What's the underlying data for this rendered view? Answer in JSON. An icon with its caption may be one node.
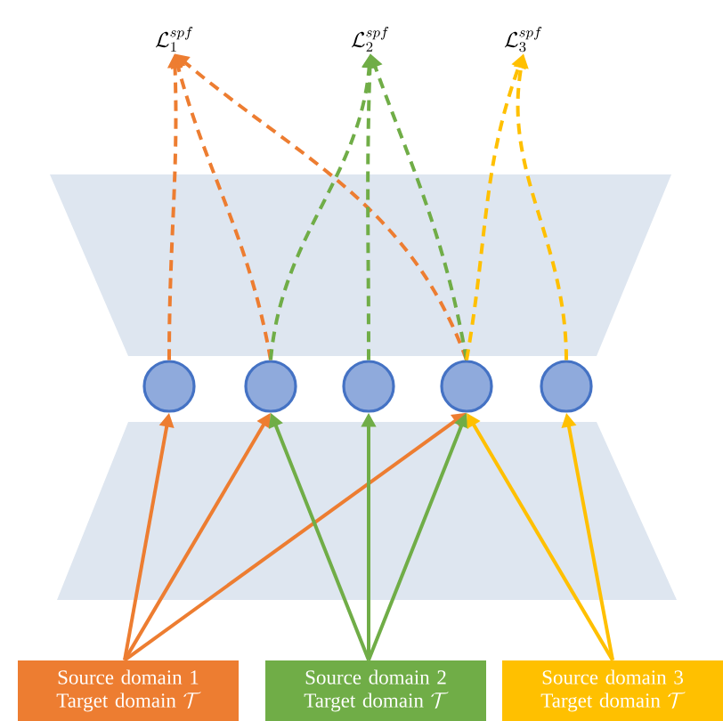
{
  "diagram": {
    "nodes": [
      {
        "text": [
          "\\mathcal{L}_1^{spf}"
        ]
      },
      {
        "text": [
          "\\mathcal{L}_2^{spf}"
        ]
      },
      {
        "text": [
          "\\mathcal{L}_3^{spf}"
        ]
      },
      {
        "text": [],
        "shape": "circle"
      },
      {
        "text": [],
        "shape": "circle"
      },
      {
        "text": [],
        "shape": "circle"
      },
      {
        "text": [],
        "shape": "circle"
      },
      {
        "text": [],
        "shape": "circle"
      },
      {
        "text": [
          "Source domain 1 Target domain",
          "\\mathcal{T}"
        ]
      },
      {
        "text": [
          "Source domain 2 Target domain",
          "\\mathcal{T}"
        ]
      },
      {
        "text": [
          "Source domain 3 Target domain",
          "\\mathcal{T}"
        ]
      }
    ],
    "edges": [
      {
        "from": 8,
        "to": 3,
        "arrow": "to",
        "color": "#ed7d31"
      },
      {
        "from": 8,
        "to": 4,
        "arrow": "to",
        "color": "#ed7d31"
      },
      {
        "from": 8,
        "to": 6,
        "arrow": "to",
        "color": "#ed7d31"
      },
      {
        "from": 9,
        "to": 4,
        "arrow": "to",
        "color": "#70ad47"
      },
      {
        "from": 9,
        "to": 5,
        "arrow": "to",
        "color": "#70ad47"
      },
      {
        "from": 9,
        "to": 6,
        "arrow": "to",
        "color": "#70ad47"
      },
      {
        "from": 10,
        "to": 6,
        "arrow": "to",
        "color": "#ffc000"
      },
      {
        "from": 10,
        "to": 7,
        "arrow": "to",
        "color": "#ffc000"
      },
      {
        "from": 3,
        "to": 0,
        "arrow": "to",
        "style": "dashed",
        "color": "#ed7d31"
      },
      {
        "from": 4,
        "to": 0,
        "arrow": "to",
        "style": "dashed",
        "color": "#ed7d31"
      },
      {
        "from": 6,
        "to": 0,
        "arrow": "to",
        "style": "dashed",
        "color": "#ed7d31"
      },
      {
        "from": 4,
        "to": 1,
        "arrow": "to",
        "style": "dashed",
        "color": "#70ad47"
      },
      {
        "from": 5,
        "to": 1,
        "arrow": "to",
        "style": "dashed",
        "color": "#70ad47"
      },
      {
        "from": 6,
        "to": 1,
        "arrow": "to",
        "style": "dashed",
        "color": "#70ad47"
      },
      {
        "from": 6,
        "to": 2,
        "arrow": "to",
        "style": "dashed",
        "color": "#ffc000"
      },
      {
        "from": 7,
        "to": 2,
        "arrow": "to",
        "style": "dashed",
        "color": "#ffc000"
      }
    ]
  }
}
